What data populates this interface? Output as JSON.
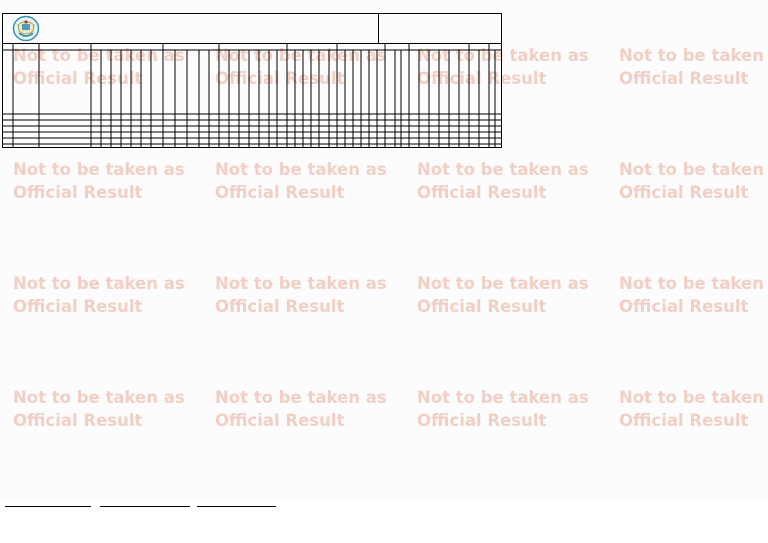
{
  "watermark": {
    "line1": "Not to be taken as",
    "line2": "Official Result",
    "color": "#f2cfc5"
  },
  "document": {
    "logo_icon": "institution-crest-icon",
    "border_color": "#000000"
  },
  "signatures": {
    "line_count": 3
  }
}
